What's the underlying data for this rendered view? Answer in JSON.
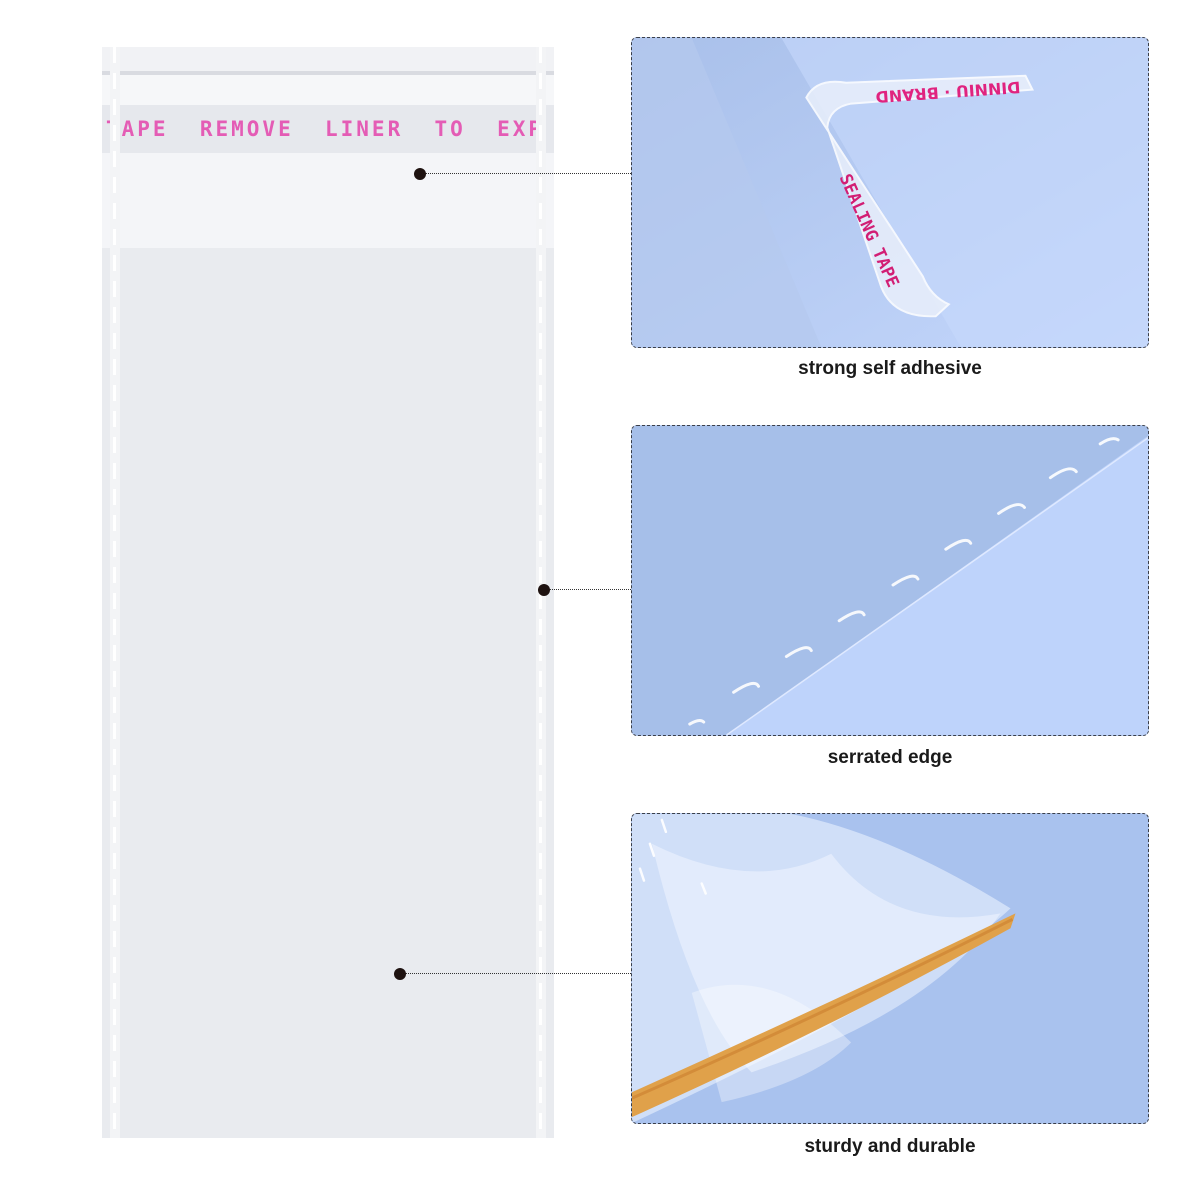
{
  "bag": {
    "tape_text": "TAPE  REMOVE  LINER  TO  EXP"
  },
  "callouts": [
    {
      "caption": "strong self adhesive",
      "tape_brand": "DINNIU · BRAND",
      "tape_label": "SEALING TAPE"
    },
    {
      "caption": "serrated edge"
    },
    {
      "caption": "sturdy and durable"
    }
  ],
  "colors": {
    "tape_print": "#e45cb5",
    "panel_background": "#b7cbf0",
    "bag_film": "#e9ebef",
    "connector_dot": "#1e1210",
    "twist_tie": "#e0a14a"
  }
}
